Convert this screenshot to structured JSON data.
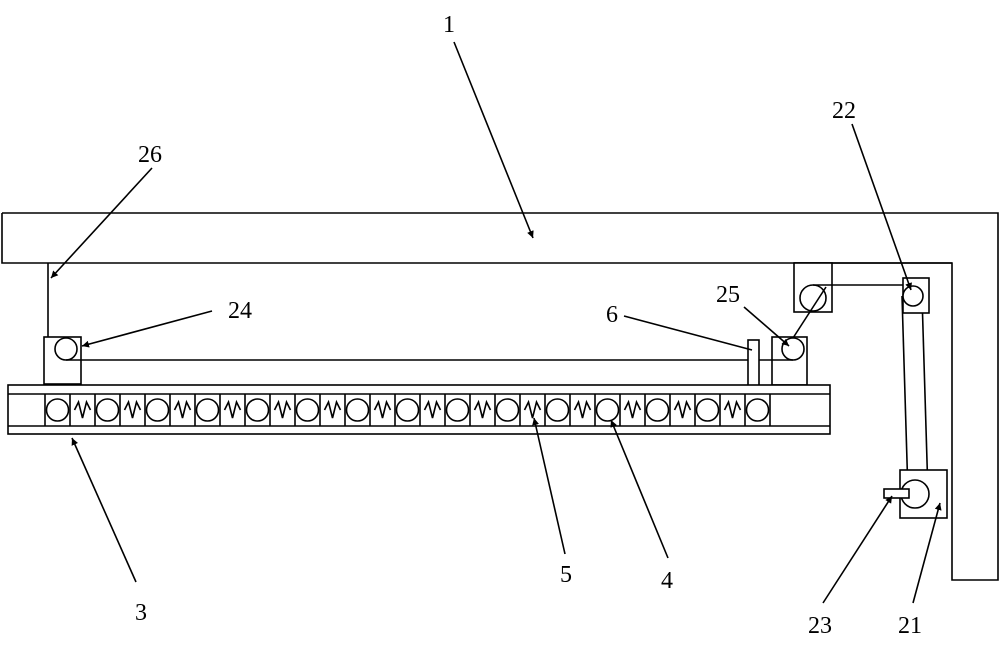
{
  "labels": {
    "l1": "1",
    "l26": "26",
    "l24": "24",
    "l6": "6",
    "l25": "25",
    "l22": "22",
    "l3": "3",
    "l5": "5",
    "l4": "4",
    "l23": "23",
    "l21": "21"
  },
  "rail": {
    "roller_count": 15,
    "spring_count": 14
  }
}
